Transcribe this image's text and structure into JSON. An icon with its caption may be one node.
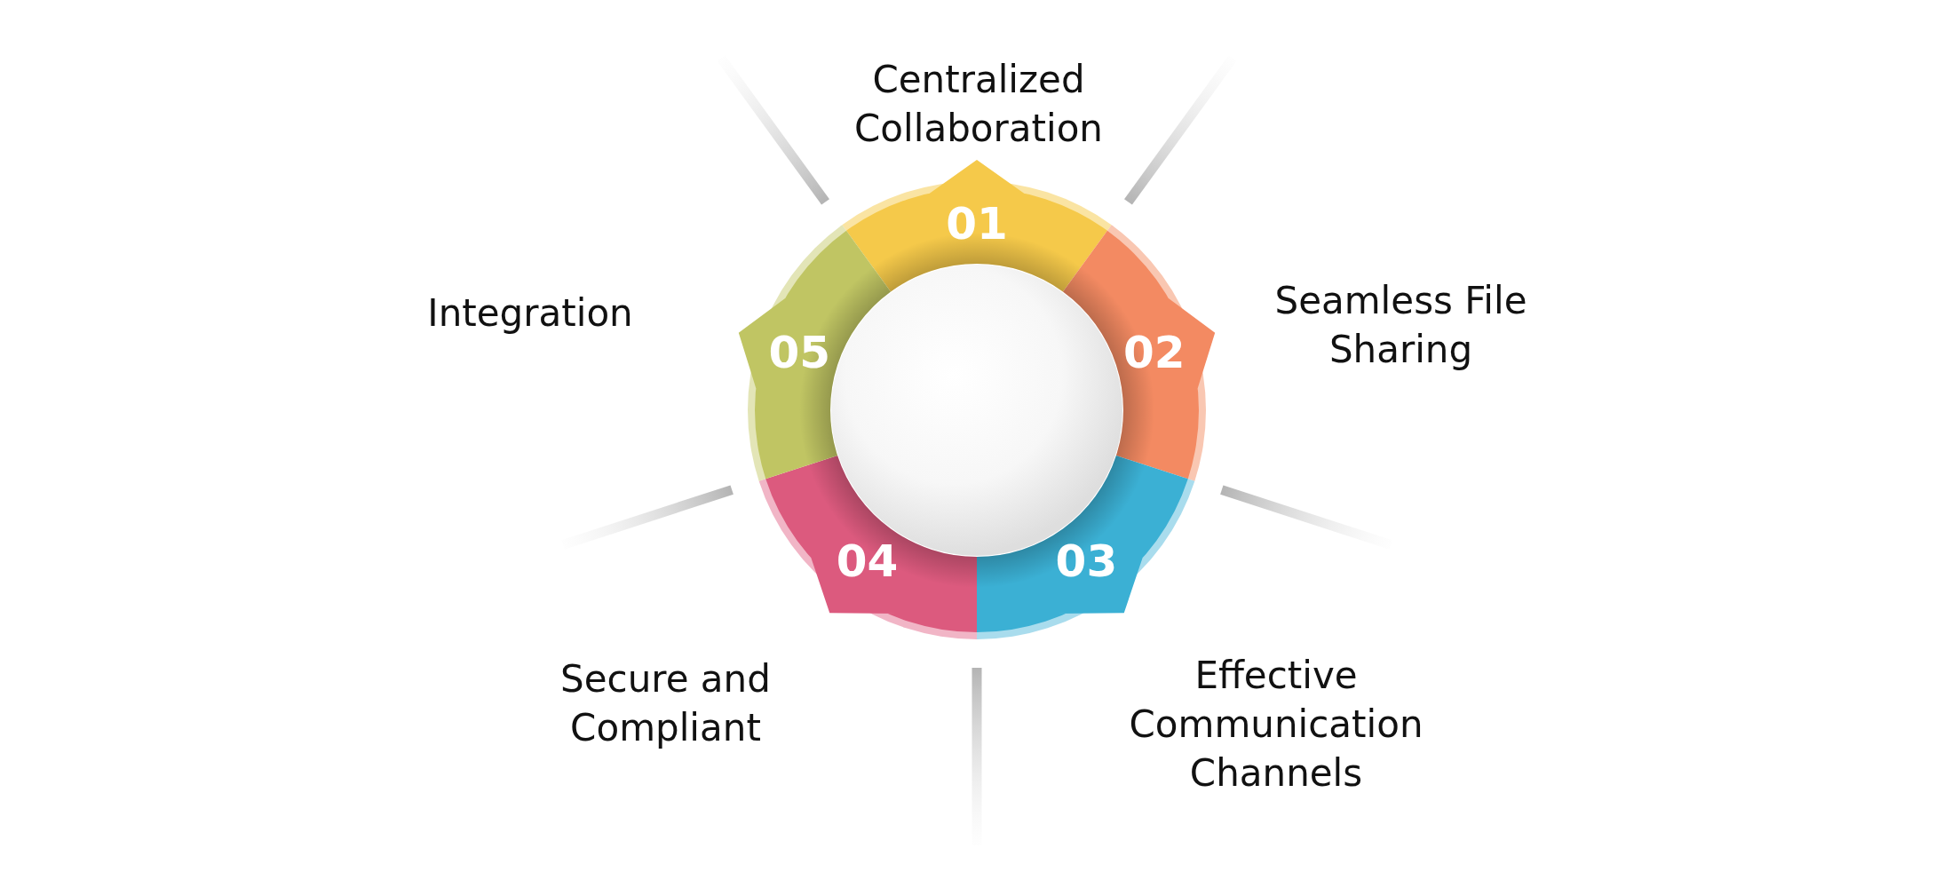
{
  "diagram": {
    "nodes": [
      {
        "text": [],
        "shape": "circle"
      },
      {
        "text": [
          "01"
        ],
        "beside": [
          "Centralized Collaboration"
        ]
      },
      {
        "text": [
          "02"
        ],
        "beside": [
          "Seamless File Sharing"
        ]
      },
      {
        "text": [
          "03"
        ],
        "beside": [
          "Effective Communication Channels"
        ]
      },
      {
        "text": [
          "04"
        ],
        "beside": [
          "Secure and Compliant"
        ]
      },
      {
        "text": [
          "05"
        ],
        "beside": [
          "Integration"
        ]
      }
    ]
  }
}
